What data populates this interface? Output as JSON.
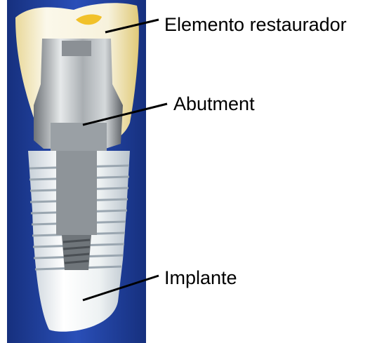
{
  "labels": {
    "restorative_element": "Elemento restaurador",
    "abutment": "Abutment",
    "implant": "Implante"
  },
  "colors": {
    "background_blue": "#1f3a9c",
    "crown": "#f7f3e0",
    "metal": "#b7bcc0",
    "implant_white": "#f4f6f6",
    "leader_line": "#000000",
    "label_text": "#000000"
  }
}
